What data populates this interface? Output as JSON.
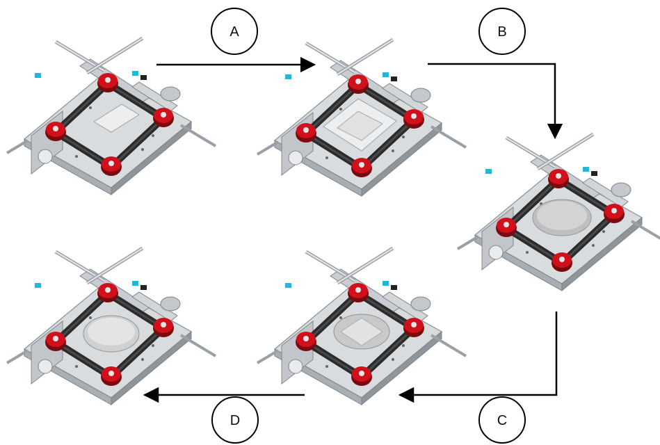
{
  "steps": [
    {
      "label": "A"
    },
    {
      "label": "B"
    },
    {
      "label": "C"
    },
    {
      "label": "D"
    }
  ],
  "colors": {
    "arrow": "#000000",
    "frame": "#cfd2d6",
    "frame_shadow": "#9aa0a6",
    "arm": "#2b2b2b",
    "clamp_red": "#d0111b",
    "clamp_dark": "#7a0a0f",
    "fitting_cyan": "#25b5d6",
    "disc": "#bfbfbf",
    "plate": "#e6e7e8"
  }
}
